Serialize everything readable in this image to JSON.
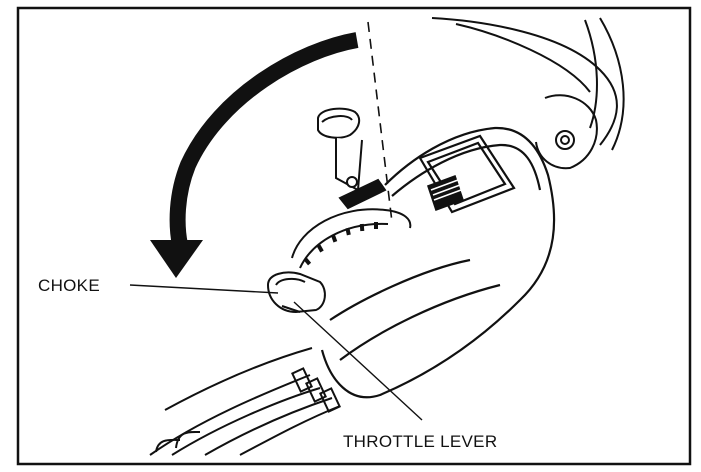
{
  "labels": {
    "choke": "CHOKE",
    "throttle_lever": "THROTTLE LEVER"
  },
  "colors": {
    "ink": "#111111",
    "background": "#ffffff"
  },
  "icons": {
    "rotation_arrow": "curved-arrow-counterclockwise",
    "throttle_grip": "throttle-lever-knob"
  }
}
